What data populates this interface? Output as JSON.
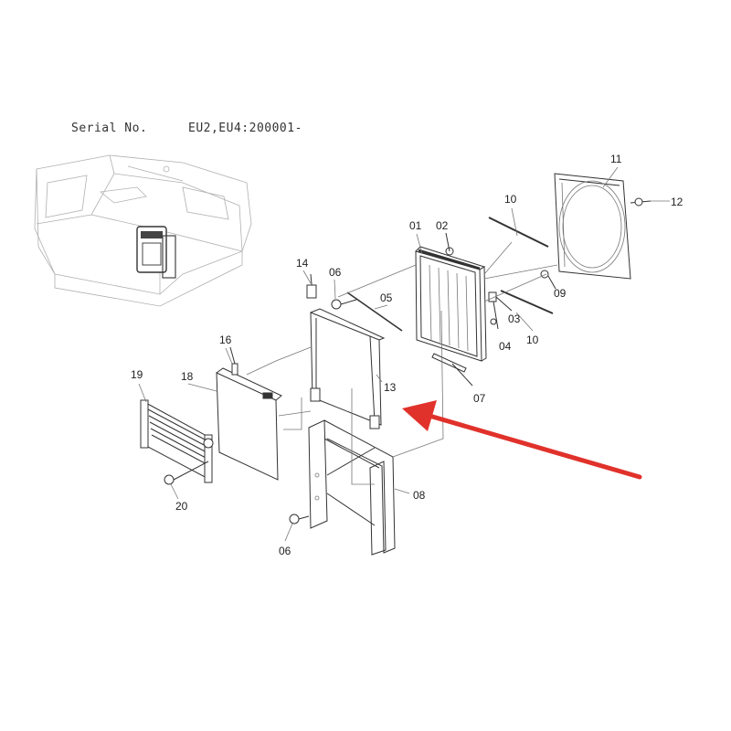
{
  "header": {
    "serial_label": "Serial No.",
    "serial_value": "EU2,EU4:200001-"
  },
  "parts": [
    {
      "id": "p01",
      "label": "01"
    },
    {
      "id": "p02",
      "label": "02"
    },
    {
      "id": "p03",
      "label": "03"
    },
    {
      "id": "p04",
      "label": "04"
    },
    {
      "id": "p05",
      "label": "05"
    },
    {
      "id": "p06a",
      "label": "06"
    },
    {
      "id": "p06b",
      "label": "06"
    },
    {
      "id": "p07",
      "label": "07"
    },
    {
      "id": "p08",
      "label": "08"
    },
    {
      "id": "p09",
      "label": "09"
    },
    {
      "id": "p10a",
      "label": "10"
    },
    {
      "id": "p10b",
      "label": "10"
    },
    {
      "id": "p11",
      "label": "11"
    },
    {
      "id": "p12",
      "label": "12"
    },
    {
      "id": "p13",
      "label": "13"
    },
    {
      "id": "p14",
      "label": "14"
    },
    {
      "id": "p16",
      "label": "16"
    },
    {
      "id": "p18",
      "label": "18"
    },
    {
      "id": "p19",
      "label": "19"
    },
    {
      "id": "p20",
      "label": "20"
    }
  ],
  "colors": {
    "line": "#333333",
    "arrow": "#e0322b"
  }
}
